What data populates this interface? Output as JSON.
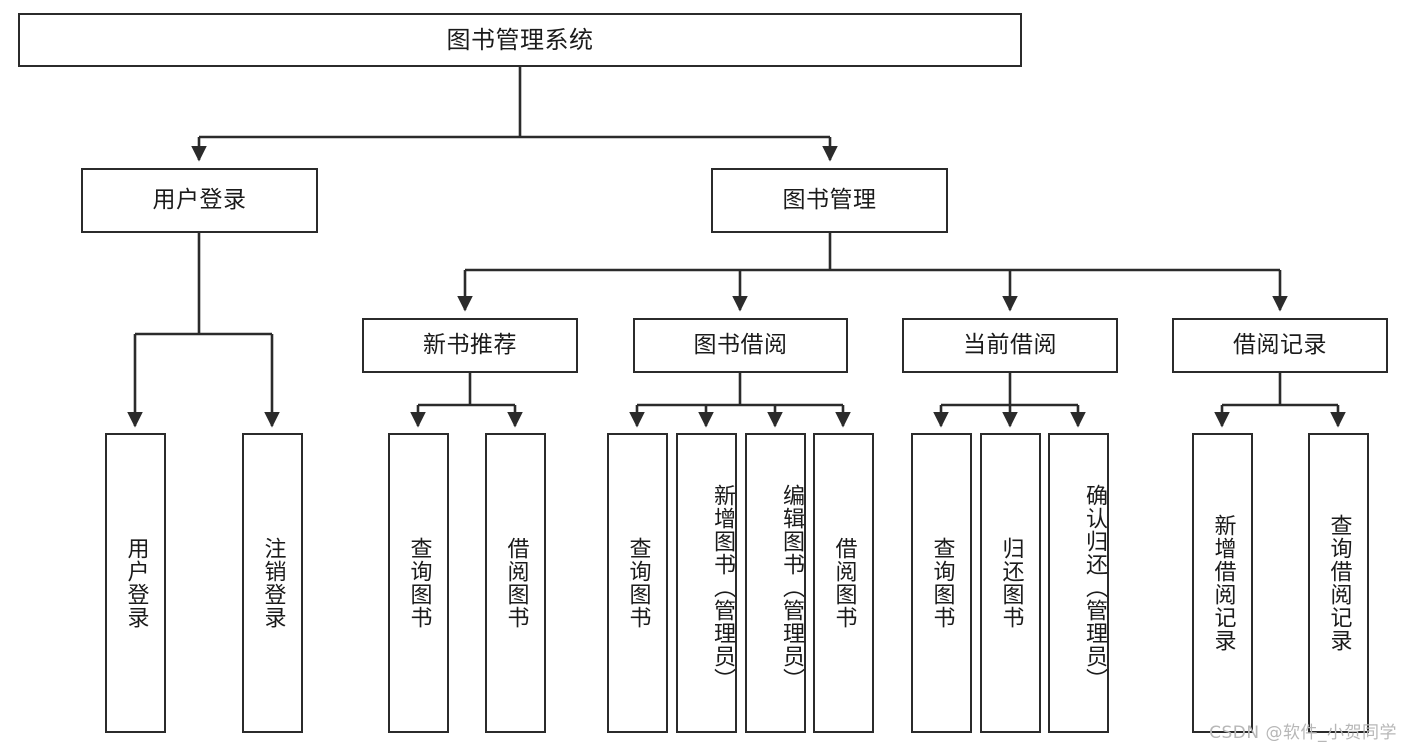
{
  "diagram": {
    "type": "tree",
    "title": "图书管理系统",
    "root": {
      "id": "root",
      "label": "图书管理系统"
    },
    "level2": [
      {
        "id": "user-login",
        "label": "用户登录"
      },
      {
        "id": "book-manage",
        "label": "图书管理"
      }
    ],
    "level3": [
      {
        "id": "new-book-rec",
        "label": "新书推荐",
        "parent": "book-manage"
      },
      {
        "id": "book-borrow",
        "label": "图书借阅",
        "parent": "book-manage"
      },
      {
        "id": "current-borrow",
        "label": "当前借阅",
        "parent": "book-manage"
      },
      {
        "id": "borrow-record",
        "label": "借阅记录",
        "parent": "book-manage"
      }
    ],
    "leaves": [
      {
        "id": "leaf-user-login",
        "label": "用户登录",
        "parent": "user-login"
      },
      {
        "id": "leaf-logout-login",
        "label": "注销登录",
        "parent": "user-login"
      },
      {
        "id": "leaf-query-book-1",
        "label": "查询图书",
        "parent": "new-book-rec"
      },
      {
        "id": "leaf-borrow-book-1",
        "label": "借阅图书",
        "parent": "new-book-rec"
      },
      {
        "id": "leaf-query-book-2",
        "label": "查询图书",
        "parent": "book-borrow"
      },
      {
        "id": "leaf-add-book",
        "label": "新增图书（管理员）",
        "parent": "book-borrow"
      },
      {
        "id": "leaf-edit-book",
        "label": "编辑图书（管理员）",
        "parent": "book-borrow"
      },
      {
        "id": "leaf-borrow-book-2",
        "label": "借阅图书",
        "parent": "book-borrow"
      },
      {
        "id": "leaf-query-book-3",
        "label": "查询图书",
        "parent": "current-borrow"
      },
      {
        "id": "leaf-return-book",
        "label": "归还图书",
        "parent": "current-borrow"
      },
      {
        "id": "leaf-confirm-return",
        "label": "确认归还（管理员）",
        "parent": "current-borrow"
      },
      {
        "id": "leaf-add-record",
        "label": "新增借阅记录",
        "parent": "borrow-record"
      },
      {
        "id": "leaf-query-record",
        "label": "查询借阅记录",
        "parent": "borrow-record"
      }
    ],
    "colors": {
      "stroke": "#2b2b2b",
      "fill": "#ffffff",
      "text": "#1b1b1b",
      "watermark": "#b7b7b7"
    }
  },
  "watermark": {
    "text": "CSDN @软件_小贺同学"
  }
}
